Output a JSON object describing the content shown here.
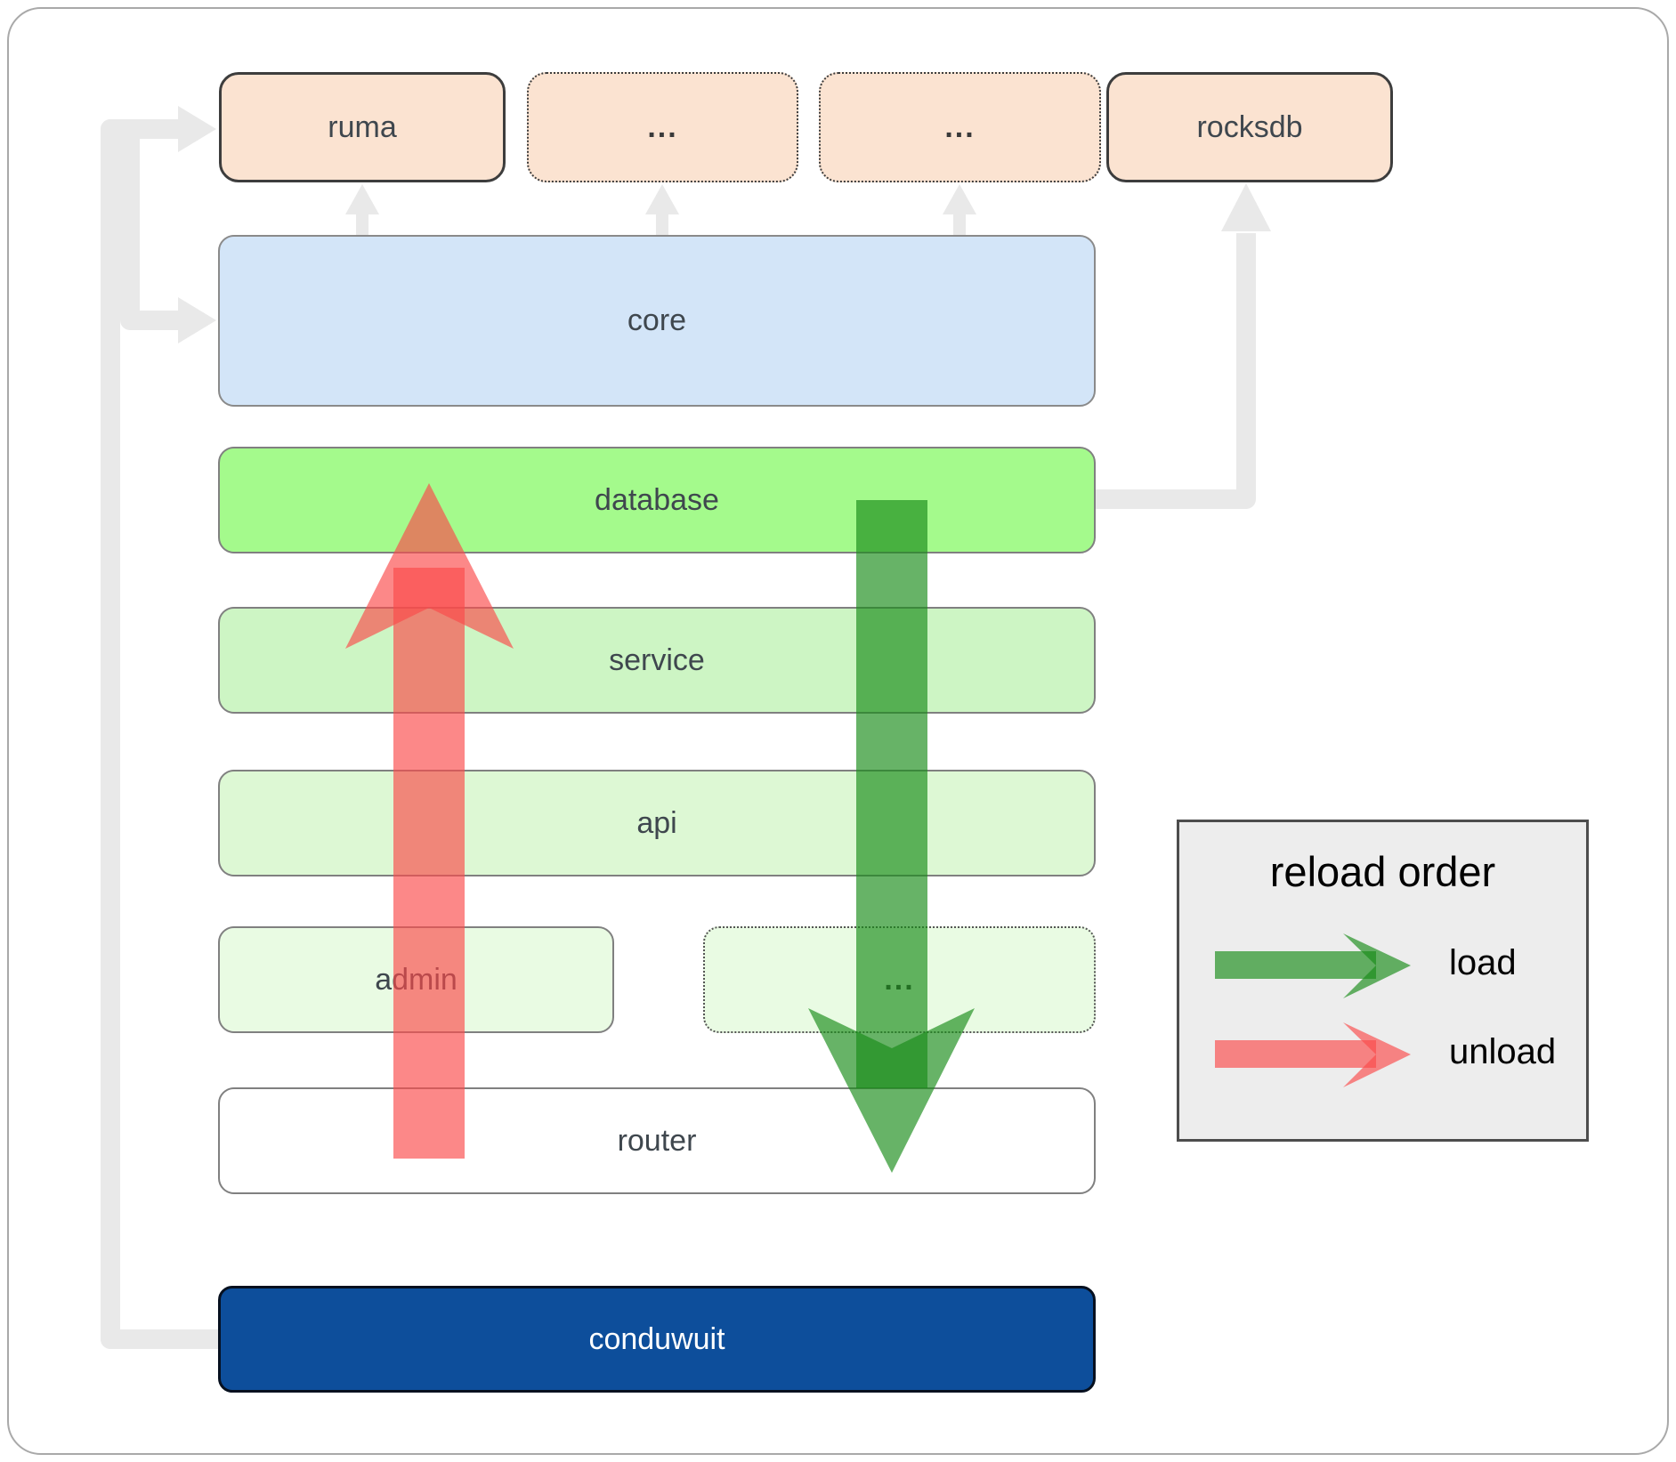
{
  "top_row": {
    "ruma": "ruma",
    "dots_left": "...",
    "dots_right": "...",
    "rocksdb": "rocksdb"
  },
  "layers": {
    "core": "core",
    "database": "database",
    "service": "service",
    "api": "api",
    "admin": "admin",
    "admin_dots": "...",
    "router": "router"
  },
  "root": {
    "conduwuit": "conduwuit"
  },
  "legend": {
    "title": "reload order",
    "load_label": "load",
    "unload_label": "unload"
  },
  "colors": {
    "peach_box": "#fbe3d1",
    "core_blue": "#d3e5f8",
    "database_green": "#a4fa8c",
    "service_green": "#cdf5c4",
    "api_green": "#ddf8d4",
    "admin_green": "#e9fbe3",
    "router_white": "#ffffff",
    "conduwuit_navy": "#0d4e9b",
    "connector_gray": "#e9e9e9",
    "load_arrow_green": "rgba(25,140,25,0.66)",
    "unload_arrow_red": "rgba(250,75,75,0.66)",
    "legend_background": "#ededed"
  }
}
